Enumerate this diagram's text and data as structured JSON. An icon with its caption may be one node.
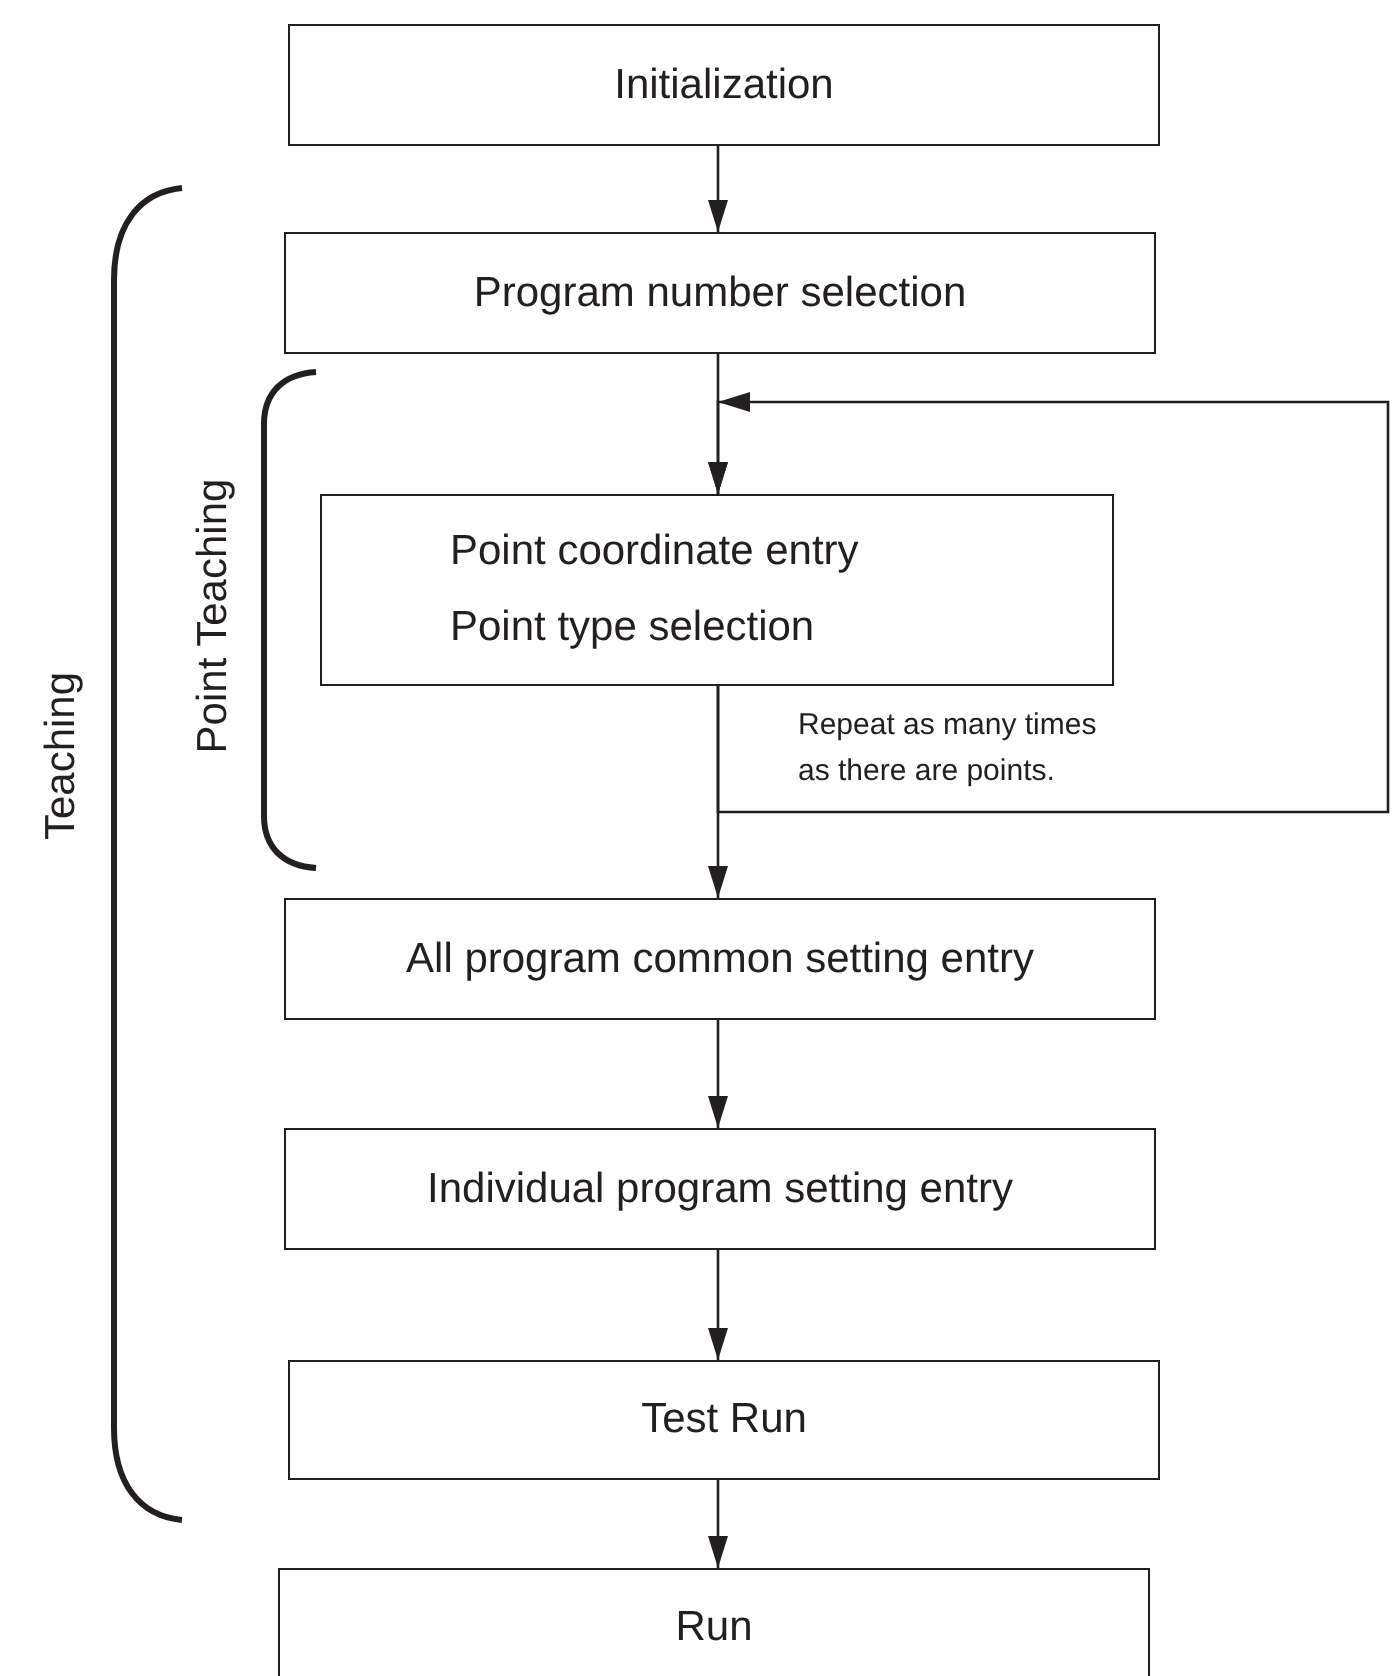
{
  "diagram": {
    "nodes": [
      {
        "text": [
          "Initialization"
        ]
      },
      {
        "text": [
          "Program number selection"
        ]
      },
      {
        "text": [
          "Point coordinate entry",
          "Point type selection"
        ]
      },
      {
        "text": [
          "All program common setting entry"
        ]
      },
      {
        "text": [
          "Individual program setting entry"
        ]
      },
      {
        "text": [
          "Test Run"
        ]
      },
      {
        "text": [
          "Run"
        ]
      }
    ],
    "edges": [
      {
        "from": 0,
        "to": 1,
        "arrow": "to"
      },
      {
        "from": 1,
        "to": 2,
        "arrow": "to"
      },
      {
        "from": 2,
        "to": 2,
        "arrow": "to",
        "label": "Repeat as many times as there are points."
      },
      {
        "from": 2,
        "to": 3,
        "arrow": "to"
      },
      {
        "from": 3,
        "to": 4,
        "arrow": "to"
      },
      {
        "from": 4,
        "to": 5,
        "arrow": "to"
      },
      {
        "from": 5,
        "to": 6,
        "arrow": "to"
      }
    ],
    "labels": [
      "Teaching",
      "Point Teaching"
    ]
  }
}
